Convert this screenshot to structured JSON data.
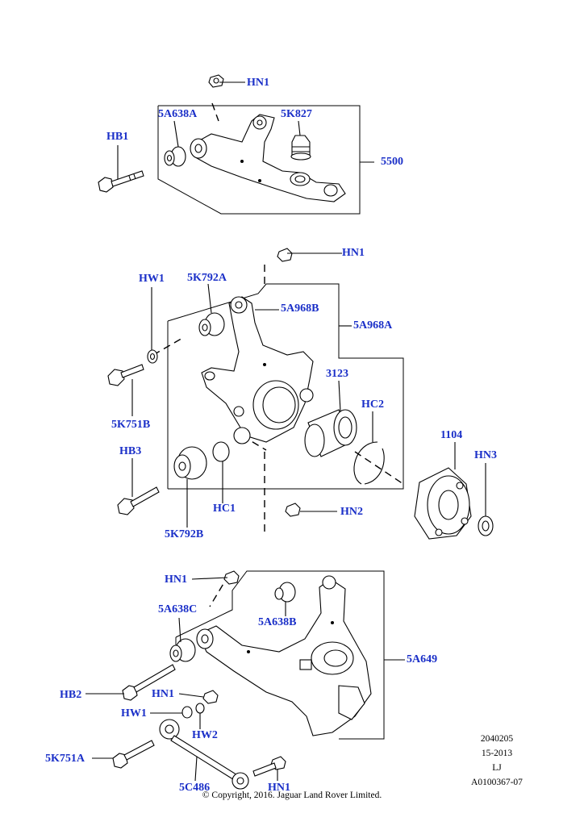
{
  "labels": {
    "hn1_top": "HN1",
    "a638a": "5A638A",
    "k827": "5K827",
    "hb1": "HB1",
    "p5500": "5500",
    "hn1_mid": "HN1",
    "hw1_top": "HW1",
    "k792a": "5K792A",
    "a968b": "5A968B",
    "a968a": "5A968A",
    "p3123": "3123",
    "hc2": "HC2",
    "k751b": "5K751B",
    "p1104": "1104",
    "hn3": "HN3",
    "hb3": "HB3",
    "hc1": "HC1",
    "hn2": "HN2",
    "k792b": "5K792B",
    "hn1_low": "HN1",
    "a638b": "5A638B",
    "a638c": "5A638C",
    "a649": "5A649",
    "hb2": "HB2",
    "hn1_b1": "HN1",
    "hw1_low": "HW1",
    "hw2": "HW2",
    "k751a": "5K751A",
    "c486": "5C486",
    "hn1_b2": "HN1"
  },
  "reference": [
    "2040205",
    "15-2013",
    "LJ",
    "A0100367-07"
  ],
  "copyright": "© Copyright, 2016. Jaguar Land Rover Limited.",
  "colors": {
    "label": "#1a2fc8",
    "line": "#000000"
  }
}
